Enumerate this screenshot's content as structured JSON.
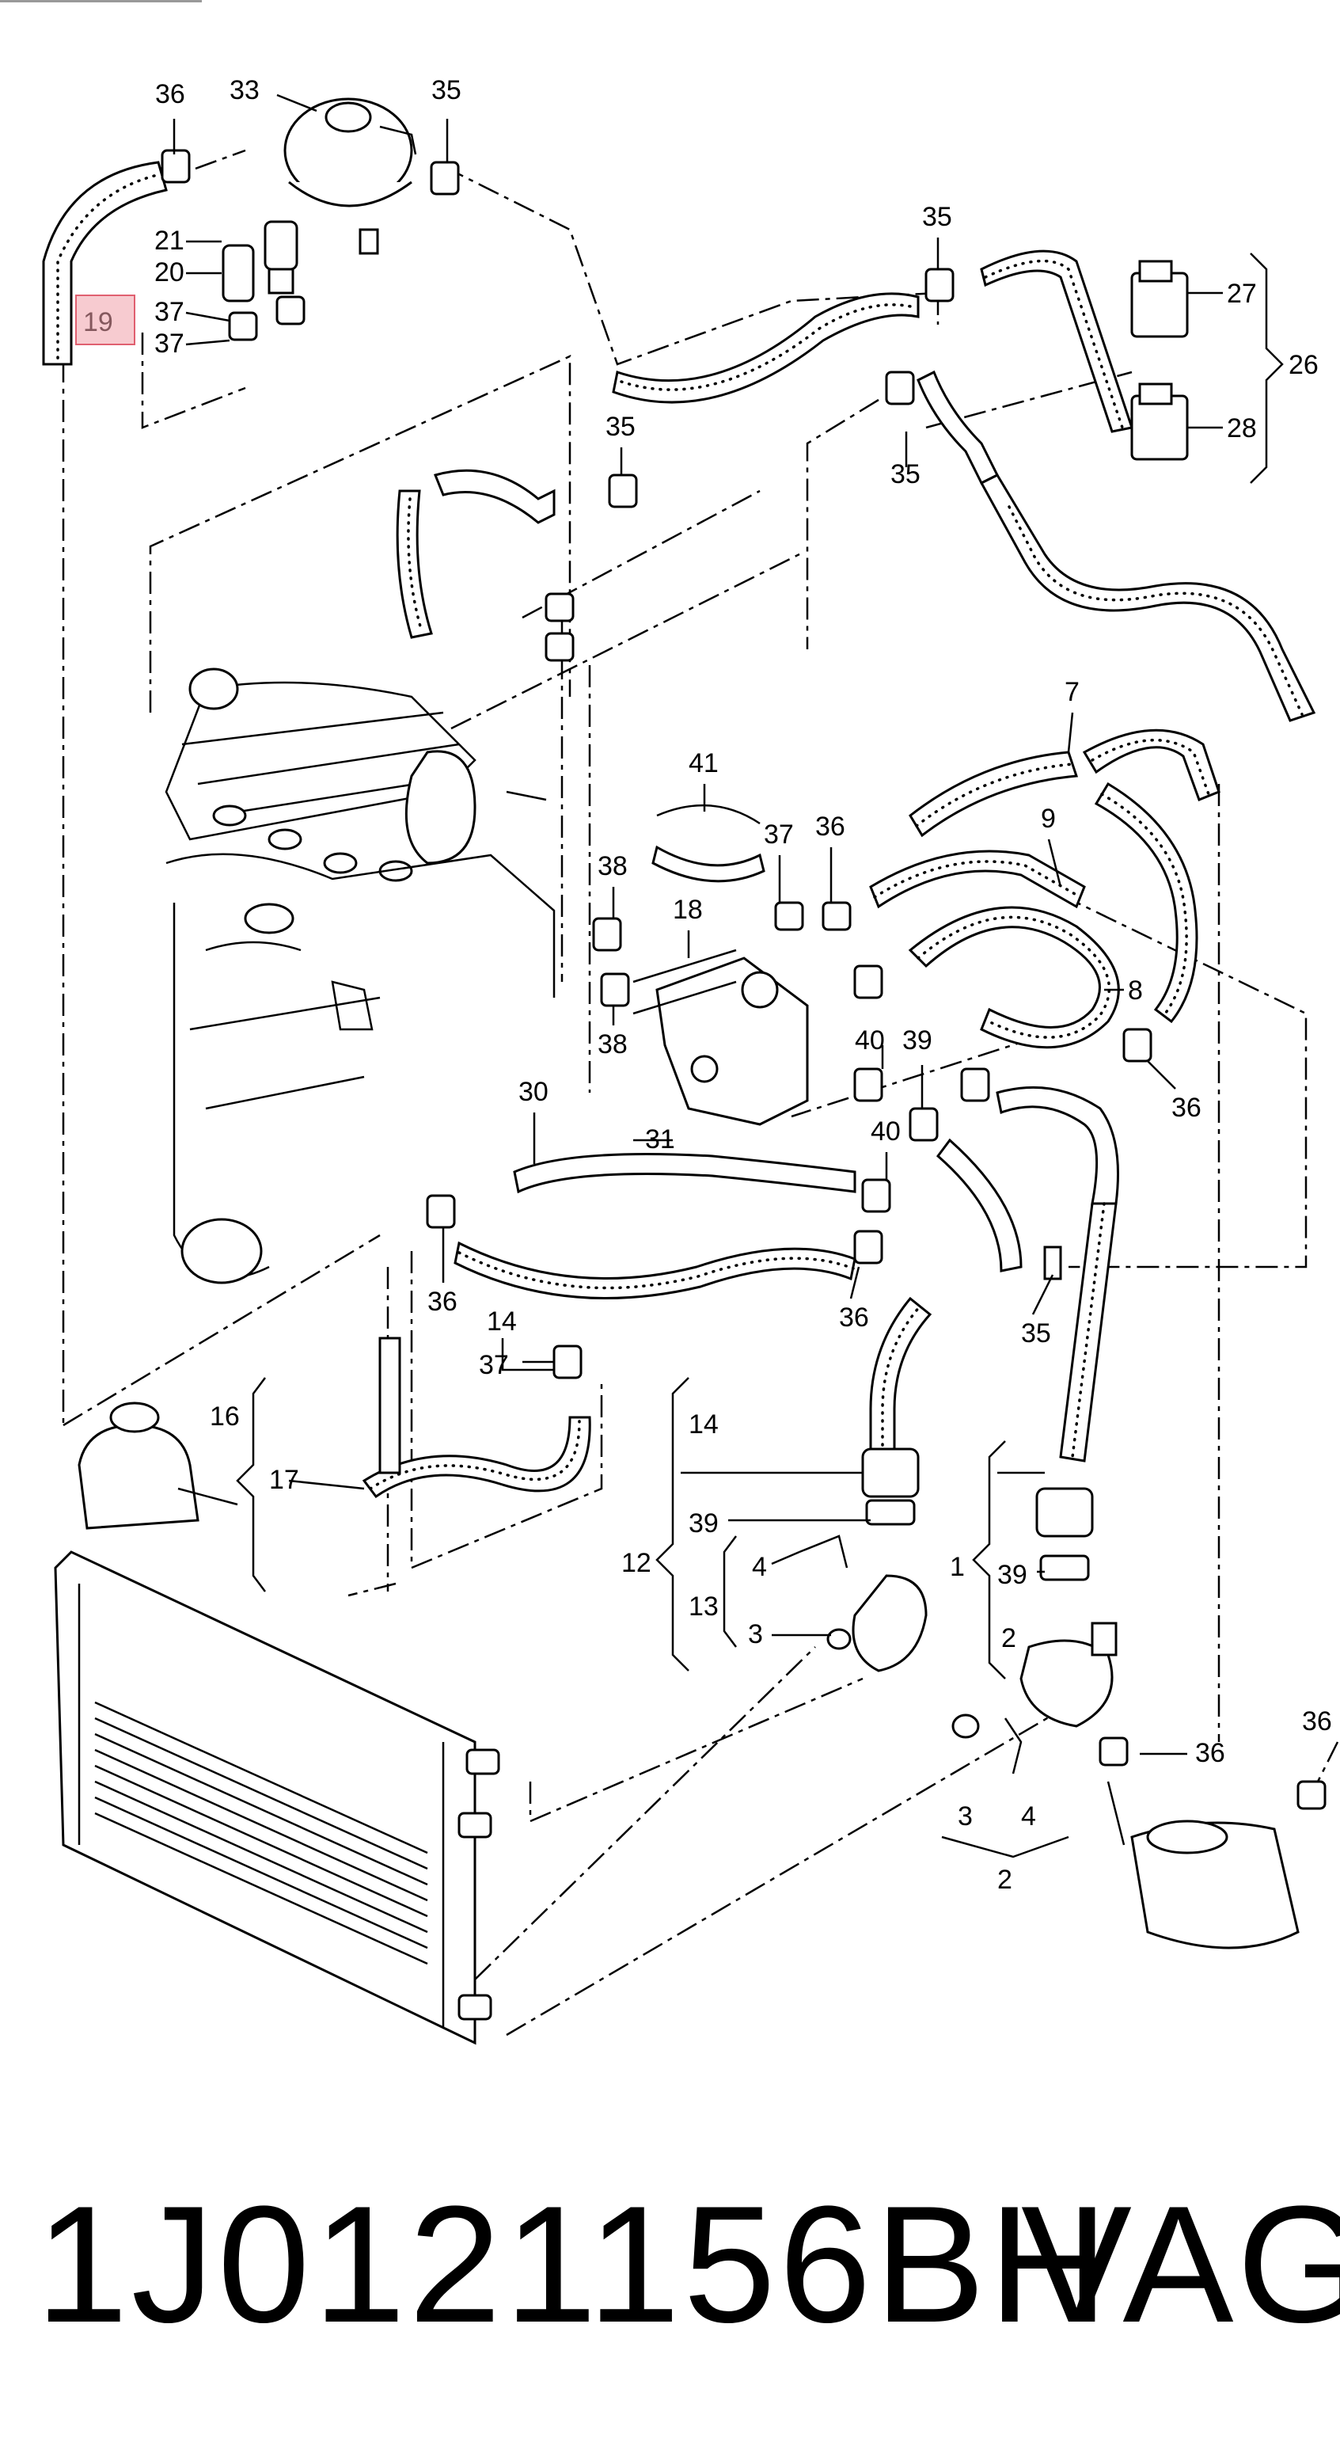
{
  "callouts": {
    "c36a": "36",
    "c33": "33",
    "c35a": "35",
    "c21": "21",
    "c20": "20",
    "c37a": "37",
    "c37b": "37",
    "c19": "19",
    "c35b": "35",
    "c27": "27",
    "c26": "26",
    "c28": "28",
    "c35c": "35",
    "c35d": "35",
    "c7": "7",
    "c41": "41",
    "c9": "9",
    "c37c": "37",
    "c36b": "36",
    "c38a": "38",
    "c18": "18",
    "c8": "8",
    "c38b": "38",
    "c40a": "40",
    "c39a": "39",
    "c36c": "36",
    "c30": "30",
    "c31": "31",
    "c40b": "40",
    "c36d": "36",
    "c14a": "14",
    "c36e": "36",
    "c35e": "35",
    "c37d": "37",
    "c16": "16",
    "c14b": "14",
    "c17": "17",
    "c39b": "39",
    "c12": "12",
    "c4a": "4",
    "c1": "1",
    "c13": "13",
    "c39c": "39",
    "c3a": "3",
    "c2a": "2",
    "c36f": "36",
    "c36g": "36",
    "c3b": "3",
    "c4b": "4",
    "c2b": "2"
  },
  "footer": {
    "part_number": "1J0121156BH",
    "brand": "VAG"
  },
  "colors": {
    "line": "#000000",
    "highlight": "#f0a0aa"
  }
}
